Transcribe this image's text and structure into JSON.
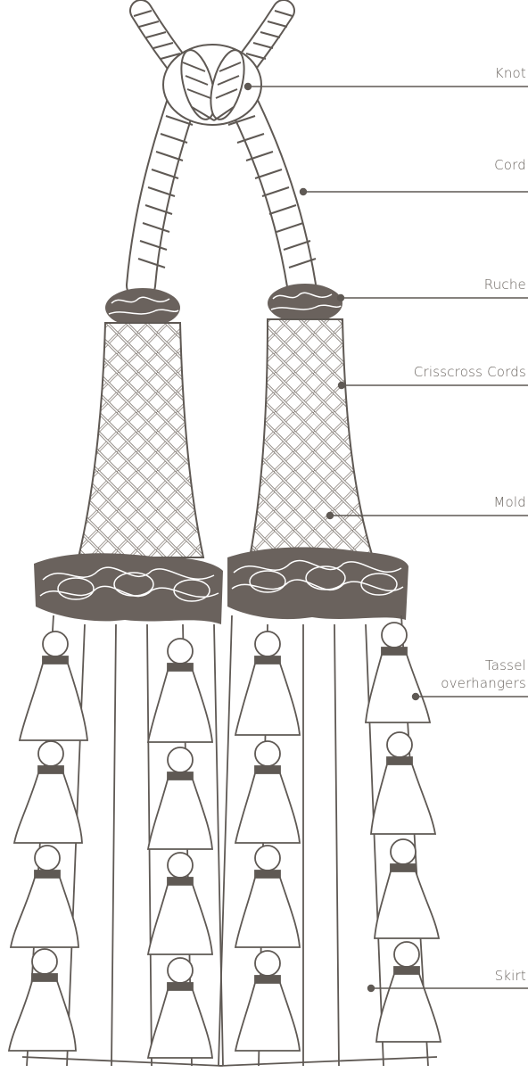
{
  "colors": {
    "line": "#5f5954",
    "fill": "#ffffff",
    "dark": "#6a625d",
    "label": "#6b6560"
  },
  "labels": {
    "knot": "Knot",
    "cord": "Cord",
    "ruche": "Ruche",
    "crisscross": "Crisscross Cords",
    "mold": "Mold",
    "tassel_line1": "Tassel",
    "tassel_line2": "overhangers",
    "skirt": "Skirt"
  }
}
